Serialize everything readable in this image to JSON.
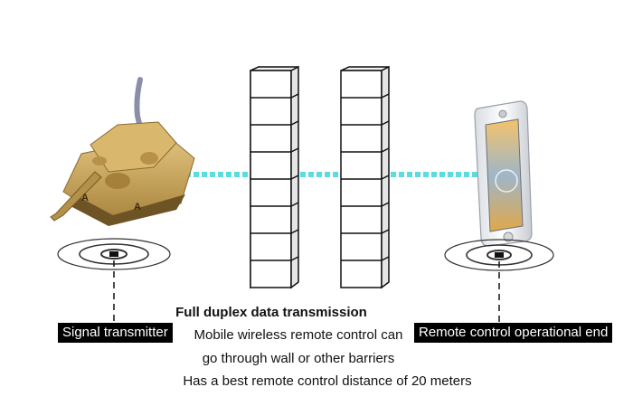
{
  "labels": {
    "left": "Signal transmitter",
    "right": "Remote control operational end"
  },
  "caption": {
    "title": "Full duplex data transmission",
    "line1": "Mobile wireless remote control can",
    "line2": "go through wall or other barriers",
    "line3": "Has a best remote control distance of 20 meters"
  },
  "colors": {
    "signal": "#3fd6d8",
    "tank": "#c9a65a",
    "wall": "#ffffff",
    "label_bg": "#000000"
  },
  "icons": [
    "tank-image",
    "smartphone-image",
    "signal-wave-icon",
    "wall-barrier"
  ]
}
